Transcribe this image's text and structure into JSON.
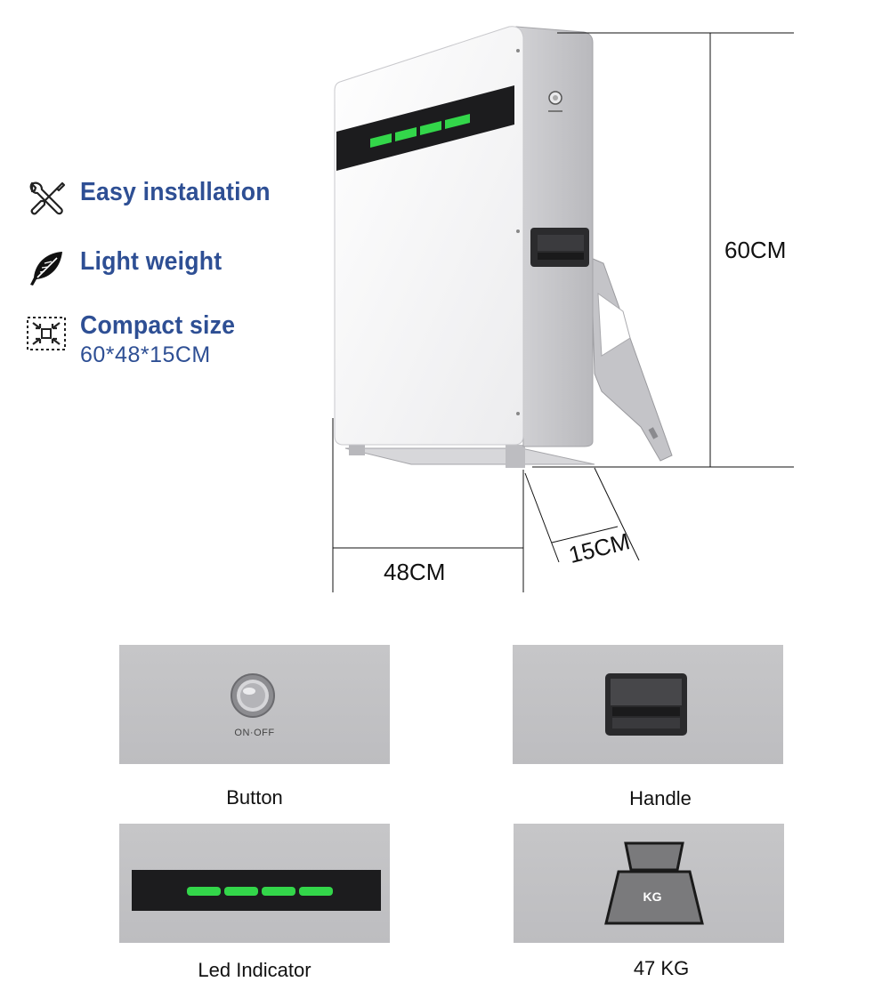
{
  "features": [
    {
      "title": "Easy installation",
      "icon": "tools-icon"
    },
    {
      "title": "Light weight",
      "icon": "feather-icon"
    },
    {
      "title": "Compact size",
      "subtitle": "60*48*15CM",
      "icon": "compact-size-icon"
    }
  ],
  "dimensions": {
    "height": "60CM",
    "width": "48CM",
    "depth": "15CM"
  },
  "product": {
    "led_color": "#33d64a",
    "body_color": "#f4f4f4",
    "side_color": "#c9c9cc"
  },
  "details": [
    {
      "caption": "Button",
      "label": "ON·OFF"
    },
    {
      "caption": "Handle"
    },
    {
      "caption": "Led Indicator"
    },
    {
      "caption": "47 KG",
      "label": "KG"
    }
  ],
  "colors": {
    "accent": "#2e4f94",
    "led": "#33d64a"
  }
}
